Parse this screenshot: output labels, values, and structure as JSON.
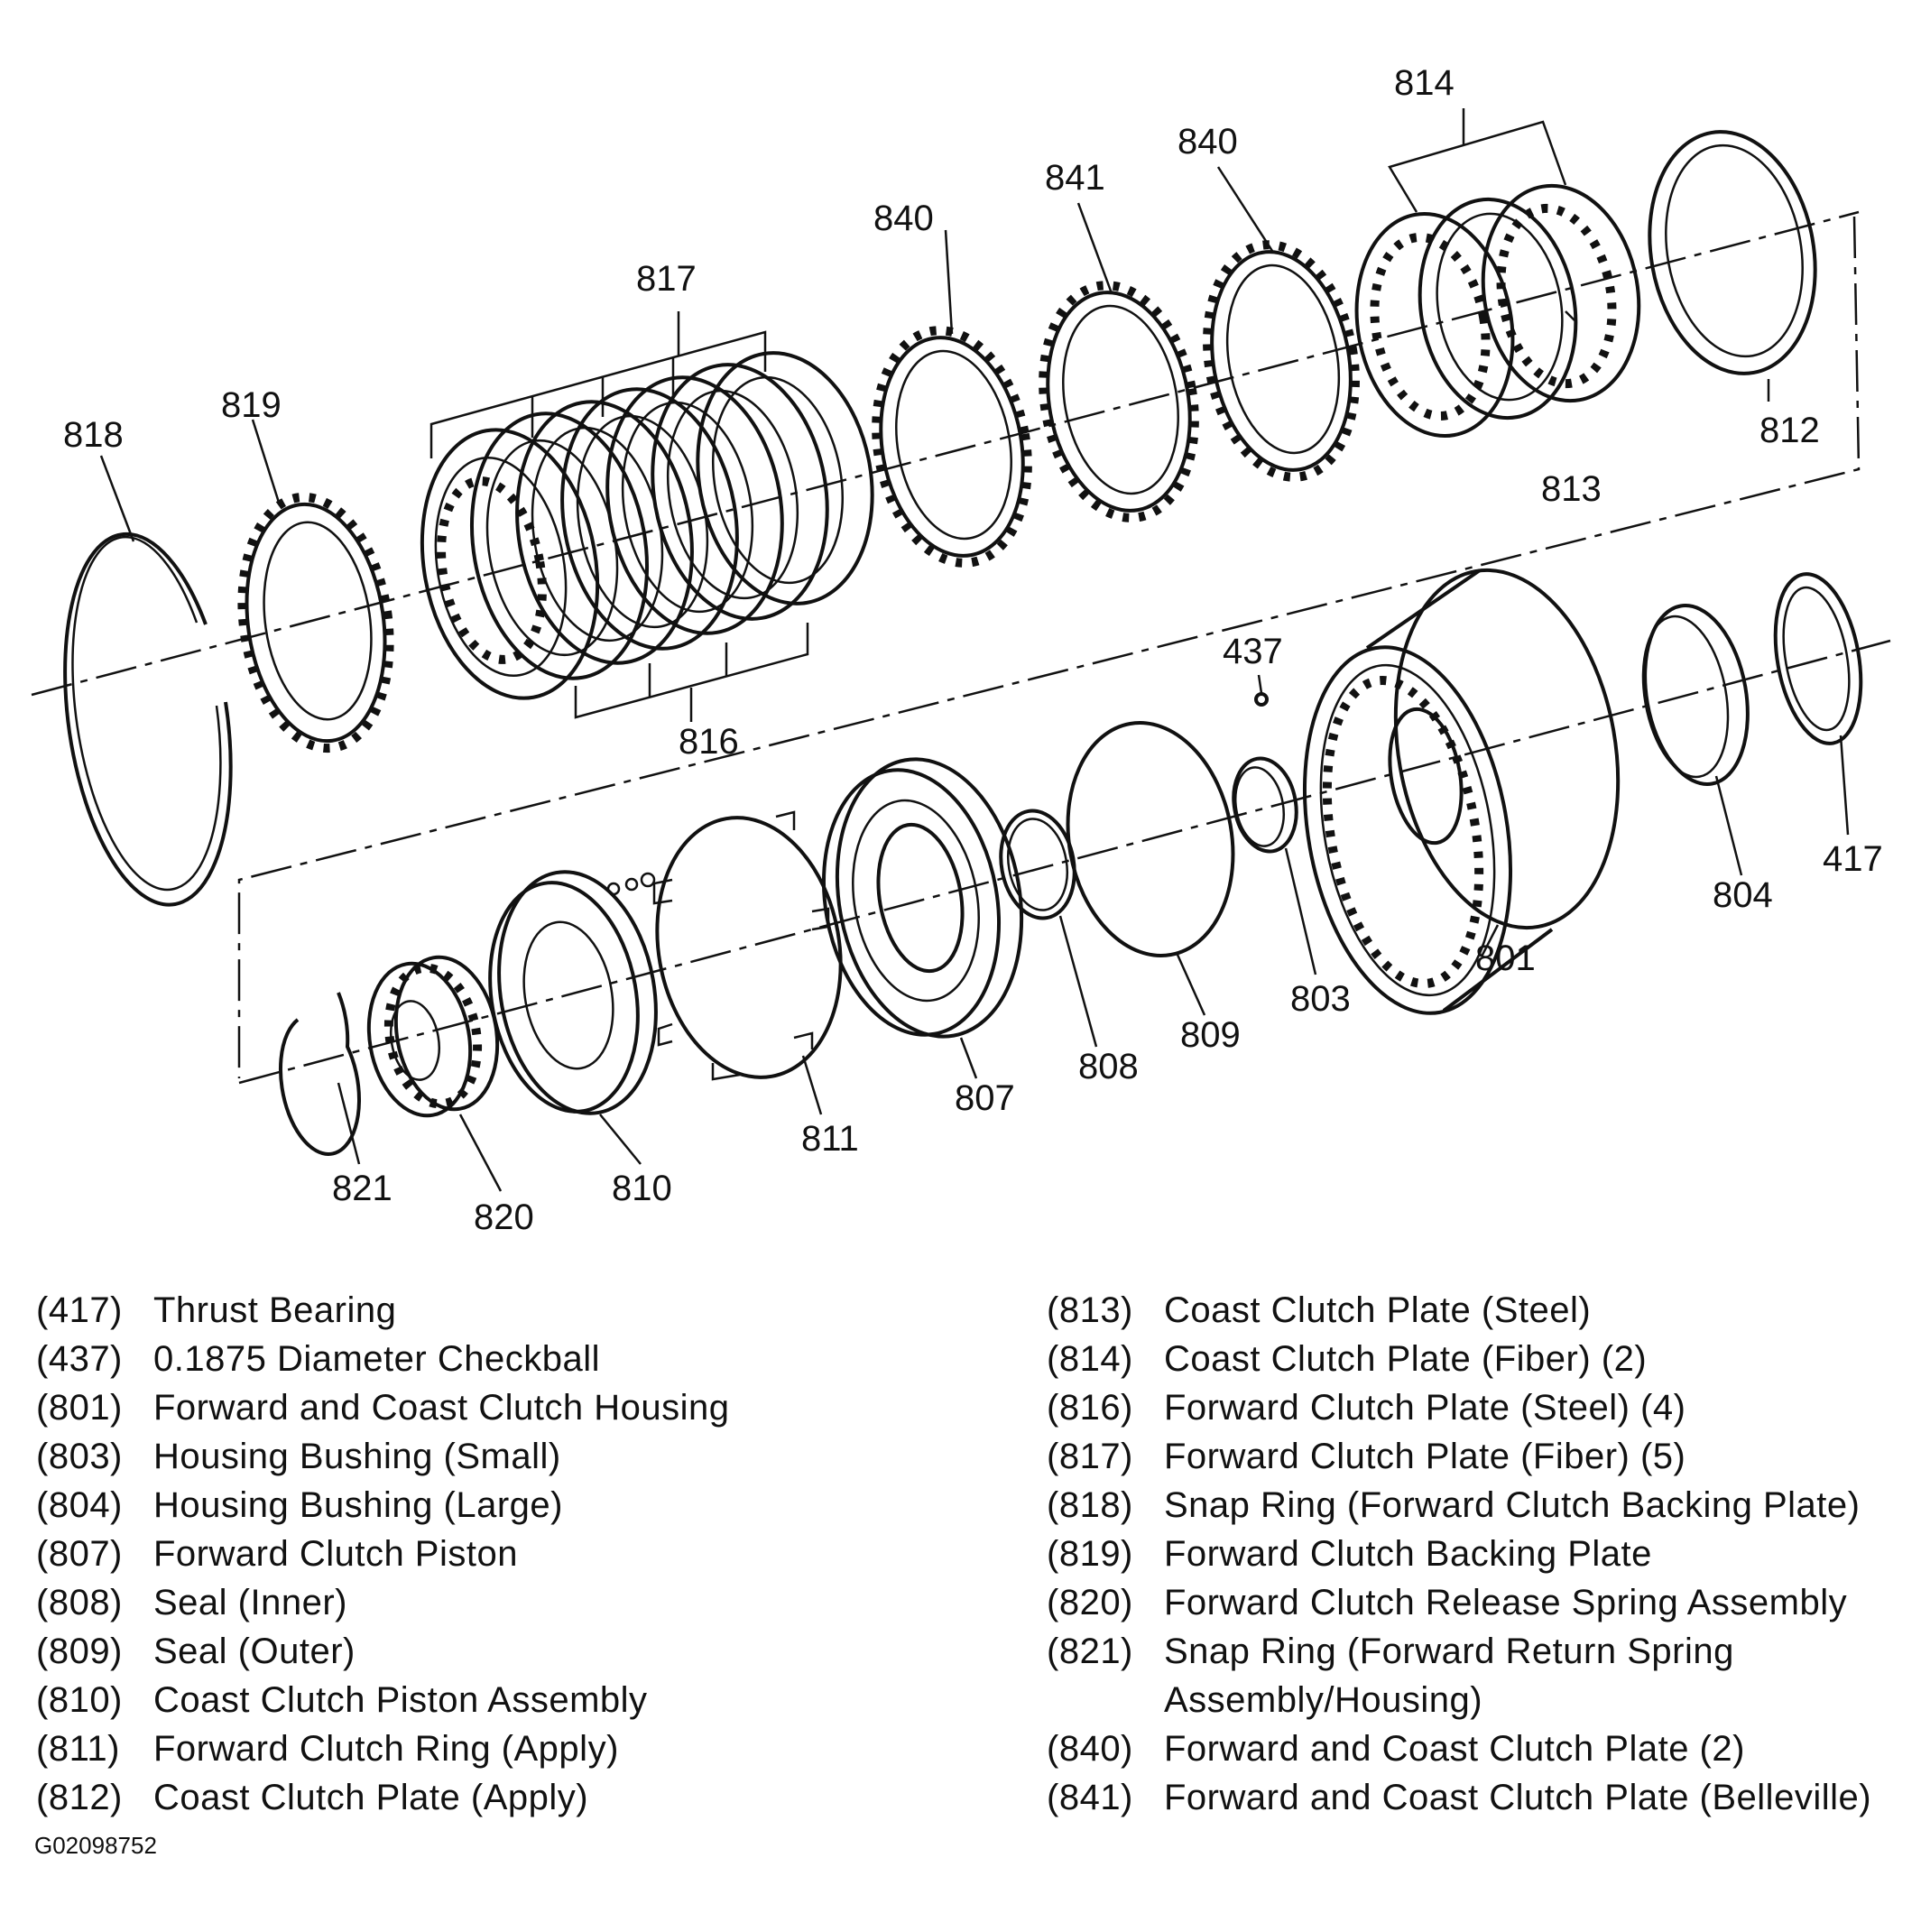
{
  "callouts": [
    "818",
    "819",
    "817",
    "816",
    "840",
    "841",
    "840",
    "814",
    "813",
    "812",
    "437",
    "801",
    "804",
    "417",
    "803",
    "809",
    "808",
    "807",
    "811",
    "810",
    "820",
    "821"
  ],
  "legend_left": [
    {
      "code": "(417)",
      "desc": "Thrust Bearing"
    },
    {
      "code": "(437)",
      "desc": "0.1875 Diameter Checkball"
    },
    {
      "code": "(801)",
      "desc": "Forward and Coast Clutch Housing"
    },
    {
      "code": "(803)",
      "desc": "Housing Bushing (Small)"
    },
    {
      "code": "(804)",
      "desc": "Housing Bushing (Large)"
    },
    {
      "code": "(807)",
      "desc": "Forward Clutch Piston"
    },
    {
      "code": "(808)",
      "desc": "Seal (Inner)"
    },
    {
      "code": "(809)",
      "desc": "Seal (Outer)"
    },
    {
      "code": "(810)",
      "desc": "Coast Clutch Piston Assembly"
    },
    {
      "code": "(811)",
      "desc": "Forward Clutch Ring (Apply)"
    },
    {
      "code": "(812)",
      "desc": "Coast Clutch Plate (Apply)"
    }
  ],
  "legend_right": [
    {
      "code": "(813)",
      "desc": "Coast Clutch Plate (Steel)"
    },
    {
      "code": "(814)",
      "desc": "Coast Clutch Plate (Fiber) (2)"
    },
    {
      "code": "(816)",
      "desc": "Forward Clutch Plate (Steel) (4)"
    },
    {
      "code": "(817)",
      "desc": "Forward Clutch Plate (Fiber) (5)"
    },
    {
      "code": "(818)",
      "desc": "Snap Ring (Forward Clutch Backing Plate)"
    },
    {
      "code": "(819)",
      "desc": "Forward Clutch Backing Plate"
    },
    {
      "code": "(820)",
      "desc": "Forward Clutch Release Spring Assembly"
    },
    {
      "code": "(821)",
      "desc": "Snap Ring (Forward Return Spring Assembly/Housing)"
    },
    {
      "code": "(840)",
      "desc": "Forward and Coast Clutch Plate (2)"
    },
    {
      "code": "(841)",
      "desc": "Forward and Coast Clutch Plate (Belleville)"
    }
  ],
  "figure_id": "G02098752"
}
